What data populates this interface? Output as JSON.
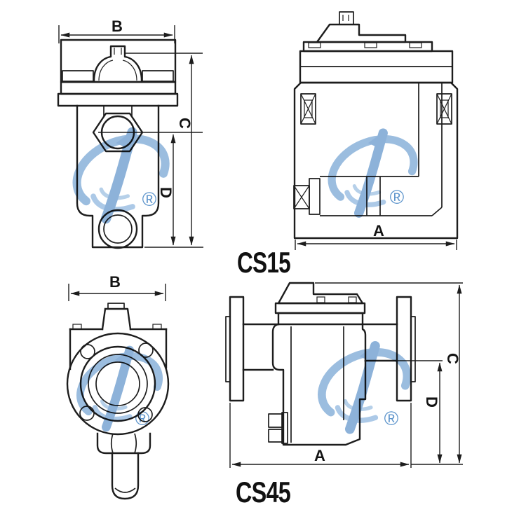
{
  "drawing": {
    "models": {
      "top": {
        "name": "CS15"
      },
      "bottom": {
        "name": "CS45"
      }
    },
    "dimensions": {
      "cs15_front": {
        "width": "B",
        "height_total": "C",
        "height_body": "D"
      },
      "cs15_side": {
        "length": "A"
      },
      "cs45_front": {
        "width": "B"
      },
      "cs45_side": {
        "length": "A",
        "height_total": "C",
        "height_body": "D"
      }
    },
    "watermark": {
      "symbol": "®"
    },
    "colors": {
      "background": "#ffffff",
      "line": "#1d1d1d",
      "watermark_blue": "#7fa9d6"
    }
  }
}
